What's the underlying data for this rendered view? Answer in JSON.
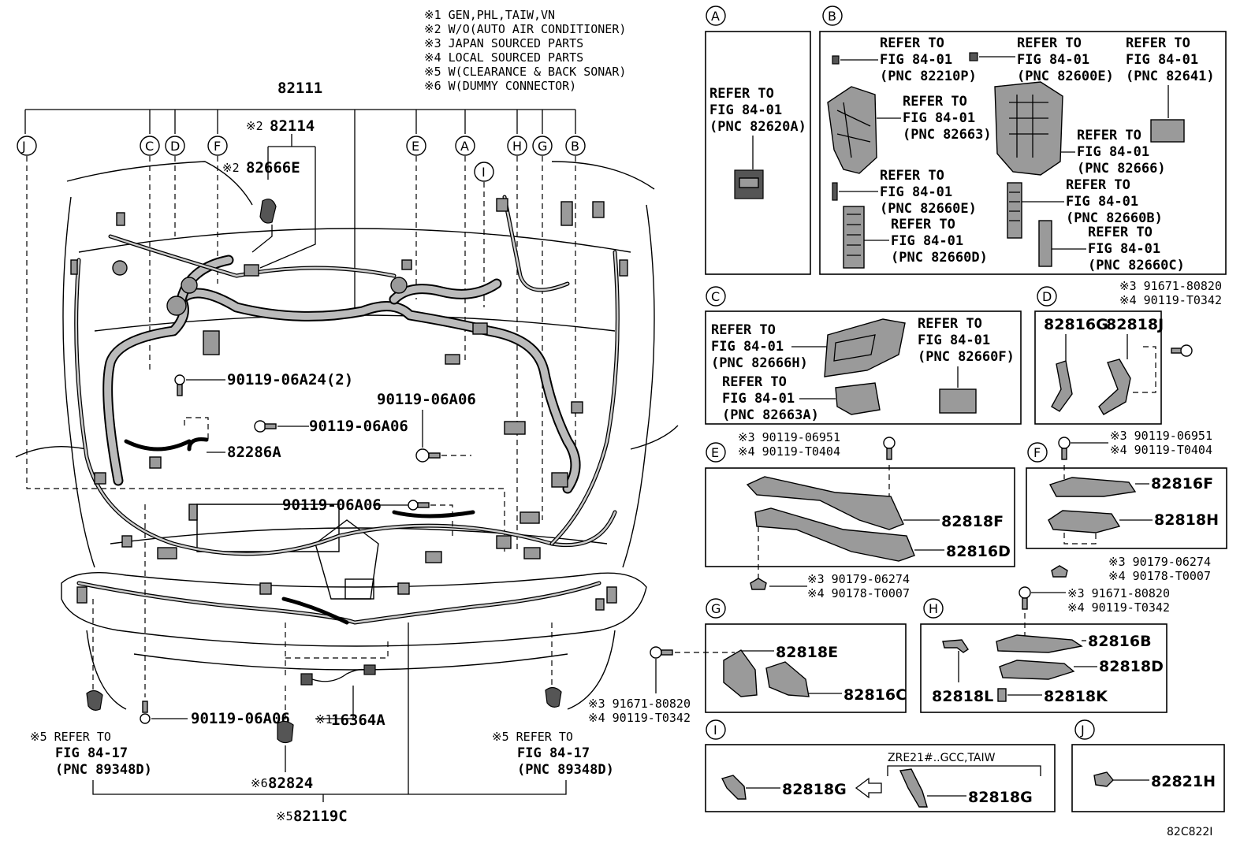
{
  "notes": [
    "※1 GEN,PHL,TAIW,VN",
    "※2 W/O(AUTO AIR CONDITIONER)",
    "※3 JAPAN SOURCED PARTS",
    "※4 LOCAL SOURCED PARTS",
    "※5 W(CLEARANCE & BACK SONAR)",
    "※6 W(DUMMY CONNECTOR)"
  ],
  "main": {
    "harness_part": "82111",
    "callouts": [
      "J",
      "C",
      "D",
      "F",
      "E",
      "A",
      "I",
      "H",
      "G",
      "B"
    ],
    "p82114": {
      "mark": "※2",
      "part": "82114"
    },
    "p82666E": {
      "mark": "※2",
      "part": "82666E"
    },
    "bolt_a24": "90119-06A24(2)",
    "bolt_a06_1": "90119-06A06",
    "bolt_a06_2": "90119-06A06",
    "bolt_a06_3": "90119-06A06",
    "bolt_a06_4": "90119-06A06",
    "p82286A": "82286A",
    "p16364A": {
      "mark": "※1",
      "part": "16364A"
    },
    "p82824": {
      "mark": "※6",
      "part": "82824"
    },
    "p82119C": {
      "mark": "※5",
      "part": "82119C"
    },
    "refer_left": [
      "※5 REFER TO",
      "FIG 84-17",
      "(PNC 89348D)"
    ],
    "refer_right": [
      "※5 REFER TO",
      "FIG 84-17",
      "(PNC 89348D)"
    ]
  },
  "panels": {
    "A": {
      "label": "A",
      "refer": [
        "REFER TO",
        "FIG 84-01",
        "(PNC 82620A)"
      ]
    },
    "B": {
      "label": "B",
      "r82210P": [
        "REFER TO",
        "FIG 84-01",
        "(PNC 82210P)"
      ],
      "r82600E": [
        "REFER TO",
        "FIG 84-01",
        "(PNC 82600E)"
      ],
      "r82641": [
        "REFER TO",
        "FIG 84-01",
        "(PNC 82641)"
      ],
      "r82663": [
        "REFER TO",
        "FIG 84-01",
        "(PNC 82663)"
      ],
      "r82666": [
        "REFER TO",
        "FIG 84-01",
        "(PNC 82666)"
      ],
      "r82660E": [
        "REFER TO",
        "FIG 84-01",
        "(PNC 82660E)"
      ],
      "r82660B": [
        "REFER TO",
        "FIG 84-01",
        "(PNC 82660B)"
      ],
      "r82660D": [
        "REFER TO",
        "FIG 84-01",
        "(PNC 82660D)"
      ],
      "r82660C": [
        "REFER TO",
        "FIG 84-01",
        "(PNC 82660C)"
      ]
    },
    "C": {
      "label": "C",
      "r82666H": [
        "REFER TO",
        "FIG 84-01",
        "(PNC 82666H)"
      ],
      "r82660F": [
        "REFER TO",
        "FIG 84-01",
        "(PNC 82660F)"
      ],
      "r82663A": [
        "REFER TO",
        "FIG 84-01",
        "(PNC 82663A)"
      ]
    },
    "D": {
      "label": "D",
      "bolt": [
        "※3 91671-80820",
        "※4 90119-T0342"
      ],
      "p1": "82816G",
      "p2": "82818J"
    },
    "E": {
      "label": "E",
      "bolt": [
        "※3 90119-06951",
        "※4 90119-T0404"
      ],
      "p1": "82818F",
      "p2": "82816D",
      "clip": [
        "※3 90179-06274",
        "※4 90178-T0007"
      ]
    },
    "F": {
      "label": "F",
      "bolt": [
        "※3 90119-06951",
        "※4 90119-T0404"
      ],
      "p1": "82816F",
      "p2": "82818H",
      "clip": [
        "※3 90179-06274",
        "※4 90178-T0007"
      ]
    },
    "G": {
      "label": "G",
      "p1": "82818E",
      "p2": "82816C",
      "bolt": [
        "※3 91671-80820",
        "※4 90119-T0342"
      ]
    },
    "H": {
      "label": "H",
      "bolt": [
        "※3 91671-80820",
        "※4 90119-T0342"
      ],
      "p1": "82816B",
      "p2": "82818D",
      "p3": "82818L",
      "p4": "82818K"
    },
    "I": {
      "label": "I",
      "p1": "82818G",
      "variant": "ZRE21#..GCC,TAIW",
      "p2": "82818G"
    },
    "J": {
      "label": "J",
      "p1": "82821H"
    }
  },
  "figure_id": "82C822I"
}
